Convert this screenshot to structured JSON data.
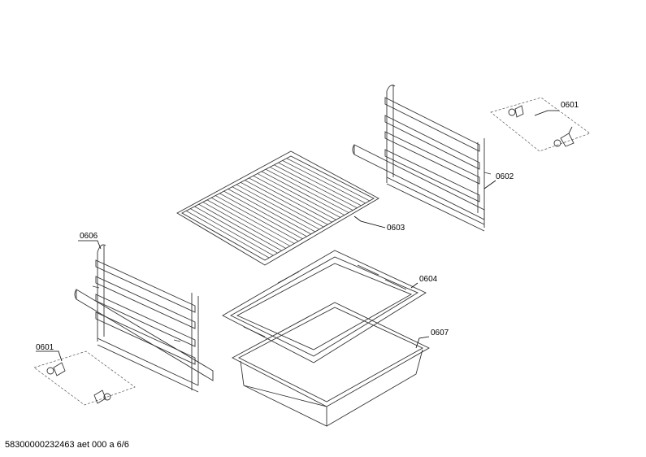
{
  "labels": {
    "p0601_top": "0601",
    "p0602": "0602",
    "p0603": "0603",
    "p0604": "0604",
    "p0606": "0606",
    "p0601_left": "0601",
    "p0607": "0607"
  },
  "footer": "58300000232463 aet 000 a 6/6"
}
